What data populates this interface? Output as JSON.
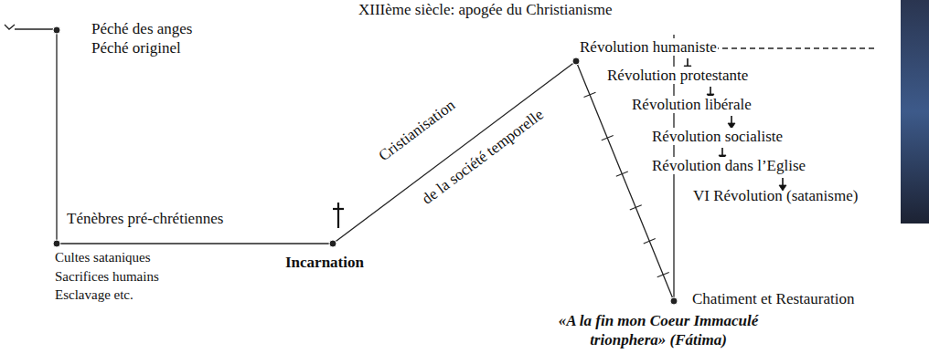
{
  "diagram": {
    "labels": [
      "XIIIème siècle: apogée du Christianisme",
      "Péché des anges",
      "Péché originel",
      "Ténèbres pré-chrétiennes",
      "Cultes sataniques",
      "Sacrifices humains",
      "Esclavage etc.",
      "Incarnation",
      "Cristianisation",
      "de la société temporelle",
      "Révolution humaniste",
      "Révolution protestante",
      "Révolution libérale",
      "Révolution socialiste",
      "Révolution dans l’Eglise",
      "VI Révolution (satanisme)",
      "Chatiment et Restauration",
      "«A la fin mon Coeur Immaculé trionphera» (Fátima)"
    ]
  }
}
